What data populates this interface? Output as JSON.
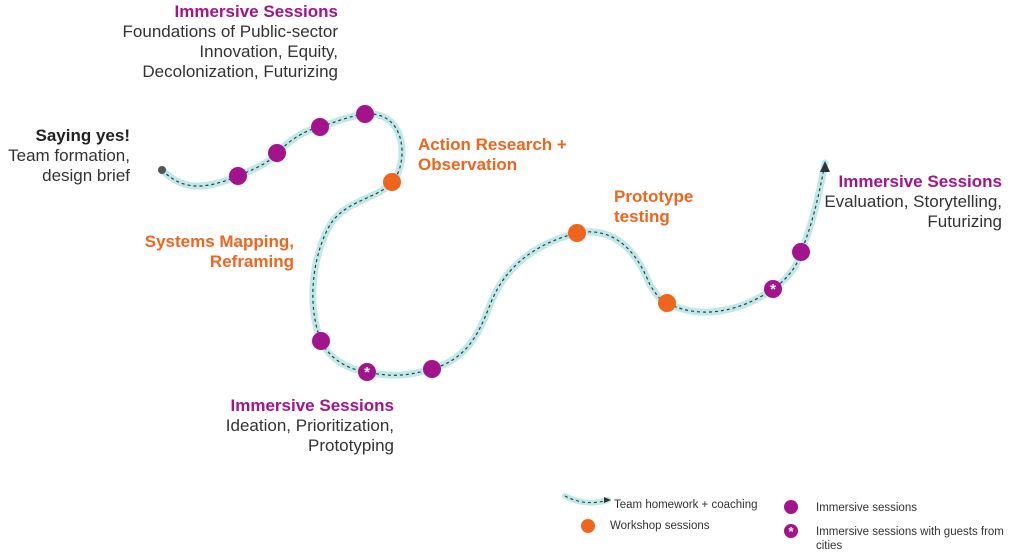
{
  "colors": {
    "immersive": "#a3138c",
    "workshop": "#f0651e",
    "path_glow": "#bfe9e9",
    "path_line": "#3a3a3a",
    "start_dot": "#555555",
    "heading_dark": "#222222",
    "body_text": "#333333"
  },
  "milestones": {
    "saying_yes": {
      "title": "Saying yes!",
      "lines": [
        "Team formation,",
        "design brief"
      ]
    },
    "immersive_1": {
      "title": "Immersive Sessions",
      "lines": [
        "Foundations of Public-sector",
        "Innovation, Equity,",
        "Decolonization, Futurizing"
      ]
    },
    "action_research": {
      "lines": [
        "Action Research +",
        "Observation"
      ]
    },
    "systems_mapping": {
      "lines": [
        "Systems Mapping,",
        "Reframing"
      ]
    },
    "immersive_2": {
      "title": "Immersive Sessions",
      "lines": [
        "Ideation, Prioritization,",
        "Prototyping"
      ]
    },
    "prototype_testing": {
      "lines": [
        "Prototype",
        "testing"
      ]
    },
    "immersive_3": {
      "title": "Immersive Sessions",
      "lines": [
        "Evaluation, Storytelling,",
        "Futurizing"
      ]
    }
  },
  "legend": {
    "homework": "Team homework + coaching",
    "workshop": "Workshop sessions",
    "immersive": "Immersive sessions",
    "guests": "Immersive sessions with guests from cities"
  },
  "node_sequence": [
    "immersive",
    "immersive",
    "immersive",
    "immersive",
    "workshop",
    "immersive",
    "immersive-guest",
    "immersive",
    "workshop",
    "workshop",
    "immersive-guest",
    "immersive"
  ],
  "icons": {
    "guest_marker": "asterisk-icon",
    "end_marker": "arrow-head-icon",
    "start_marker": "start-dot-icon"
  }
}
